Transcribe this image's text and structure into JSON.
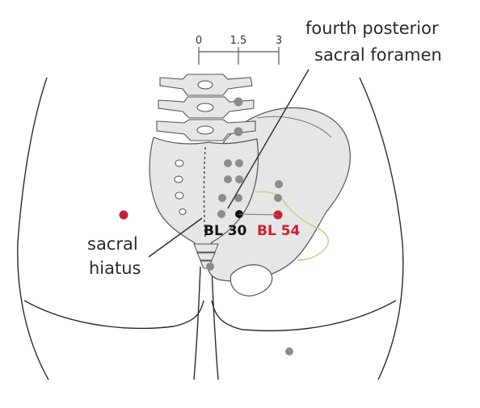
{
  "scale": {
    "ticks": [
      "0",
      "1.5",
      "3"
    ]
  },
  "labels": {
    "foramen_line1": "fourth posterior",
    "foramen_line2": "sacral foramen",
    "hiatus_line1": "sacral",
    "hiatus_line2": "hiatus"
  },
  "points": {
    "bl30": "BL 30",
    "bl54": "BL 54"
  },
  "colors": {
    "outline": "#2b2b2b",
    "bone_fill": "#e6e6e6",
    "bone_stroke": "#555555",
    "point_gray": "#8c8c8c",
    "point_black": "#111111",
    "highlight_red": "#cc1f2e",
    "gluteal_green": "#b5dc8a"
  }
}
